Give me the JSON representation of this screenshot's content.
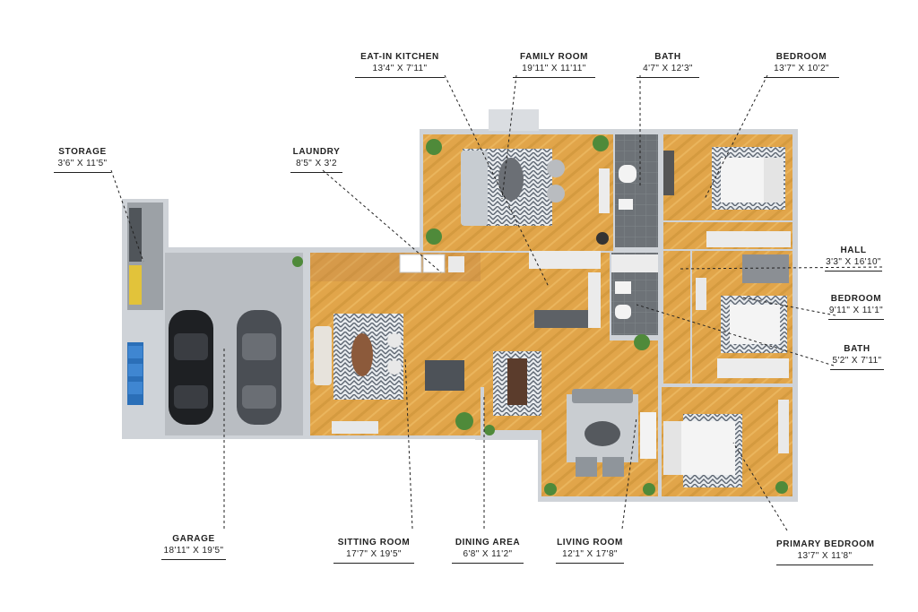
{
  "rooms": {
    "eat_in_kitchen": {
      "name": "EAT-IN KITCHEN",
      "dims": "13'4\" X 7'11\""
    },
    "family_room": {
      "name": "FAMILY ROOM",
      "dims": "19'11\" X 11'11\""
    },
    "bath_1": {
      "name": "BATH",
      "dims": "4'7\" X 12'3\""
    },
    "bedroom_1": {
      "name": "BEDROOM",
      "dims": "13'7\" X 10'2\""
    },
    "storage": {
      "name": "STORAGE",
      "dims": "3'6\" X 11'5\""
    },
    "laundry": {
      "name": "LAUNDRY",
      "dims": "8'5\" X 3'2"
    },
    "hall": {
      "name": "HALL",
      "dims": "3'3\" X 16'10\""
    },
    "bedroom_2": {
      "name": "BEDROOM",
      "dims": "9'11\" X 11'1\""
    },
    "bath_2": {
      "name": "BATH",
      "dims": "5'2\" X 7'11\""
    },
    "garage": {
      "name": "GARAGE",
      "dims": "18'11\" X 19'5\""
    },
    "sitting_room": {
      "name": "SITTING ROOM",
      "dims": "17'7\" X 19'5\""
    },
    "dining_area": {
      "name": "DINING AREA",
      "dims": "6'8\" X 11'2\""
    },
    "living_room": {
      "name": "LIVING ROOM",
      "dims": "12'1\" X 17'8\""
    },
    "primary_bedroom": {
      "name": "PRIMARY BEDROOM",
      "dims": "13'7\" X 11'8\""
    }
  },
  "colors": {
    "wood_floor": "#e3a94c",
    "wood_floor_dark": "#c98a34",
    "wall": "#cfd3d8",
    "garage_floor": "#b8bcc1",
    "tile_floor": "#6d7277",
    "label_text": "#222222",
    "plant": "#4f8a3a",
    "rug": "#e9ecef"
  }
}
